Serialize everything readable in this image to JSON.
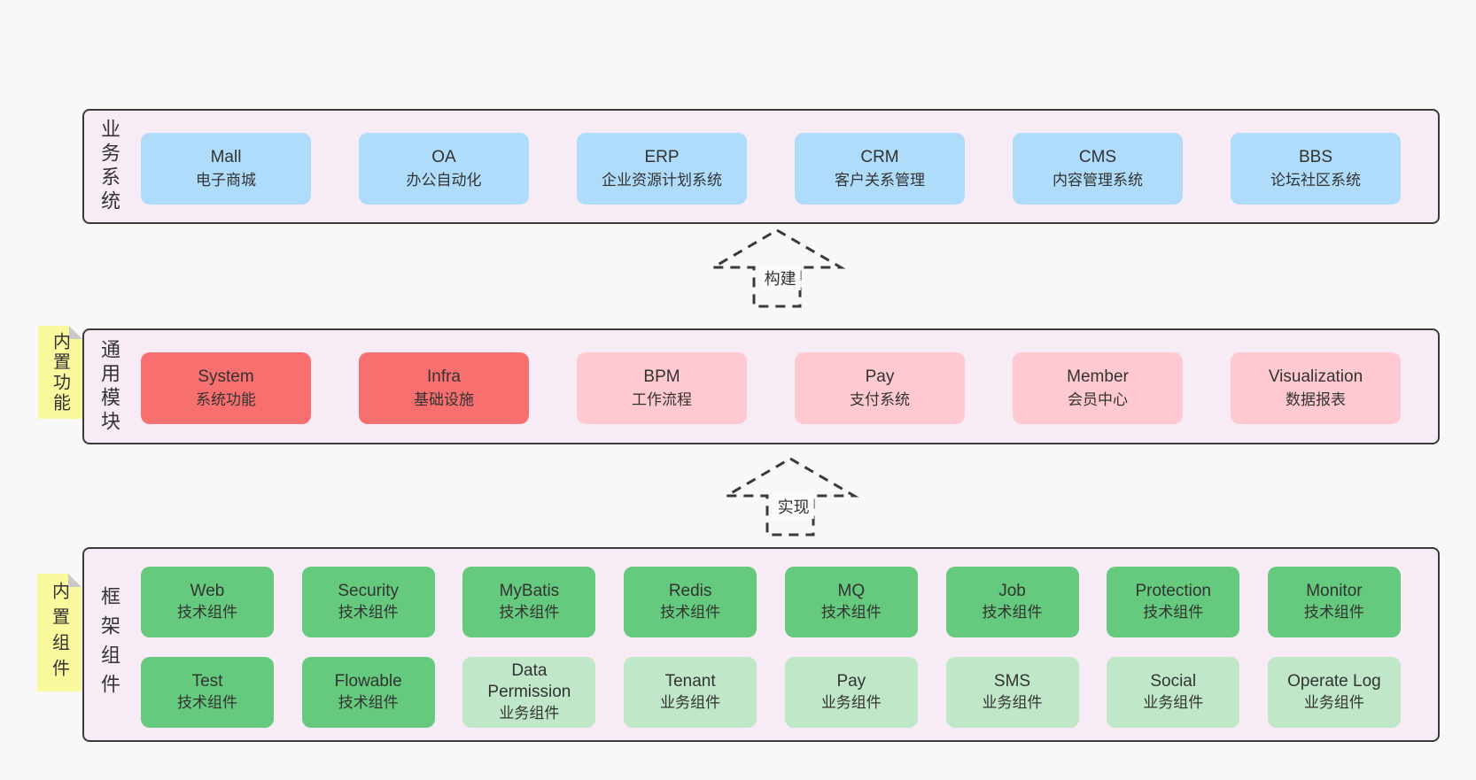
{
  "colors": {
    "page-bg": "#f8f8f8",
    "section-bg": "#f7ecf5",
    "section-border": "#3a3a3a",
    "box-blue": "#aedcfa",
    "box-red": "#f76f6f",
    "box-pink": "#ffc9d1",
    "box-green": "#65c97e",
    "box-light-green": "#c0e7c7",
    "note-yellow": "#fbf99e",
    "note-fold": "#c9c9c9",
    "arrow": "#3a3a3a",
    "text": "#333333"
  },
  "sections": {
    "business": {
      "side_label": "业务系统",
      "boxes": [
        {
          "name": "Mall",
          "desc": "电子商城"
        },
        {
          "name": "OA",
          "desc": "办公自动化"
        },
        {
          "name": "ERP",
          "desc": "企业资源计划系统"
        },
        {
          "name": "CRM",
          "desc": "客户关系管理"
        },
        {
          "name": "CMS",
          "desc": "内容管理系统"
        },
        {
          "name": "BBS",
          "desc": "论坛社区系统"
        }
      ]
    },
    "modules": {
      "side_label": "通用模块",
      "note": "内置功能",
      "boxes": [
        {
          "name": "System",
          "desc": "系统功能"
        },
        {
          "name": "Infra",
          "desc": "基础设施"
        },
        {
          "name": "BPM",
          "desc": "工作流程"
        },
        {
          "name": "Pay",
          "desc": "支付系统"
        },
        {
          "name": "Member",
          "desc": "会员中心"
        },
        {
          "name": "Visualization",
          "desc": "数据报表"
        }
      ]
    },
    "components": {
      "side_label": "框架组件",
      "note": "内置组件",
      "row1": [
        {
          "name": "Web",
          "desc": "技术组件"
        },
        {
          "name": "Security",
          "desc": "技术组件"
        },
        {
          "name": "MyBatis",
          "desc": "技术组件"
        },
        {
          "name": "Redis",
          "desc": "技术组件"
        },
        {
          "name": "MQ",
          "desc": "技术组件"
        },
        {
          "name": "Job",
          "desc": "技术组件"
        },
        {
          "name": "Protection",
          "desc": "技术组件"
        },
        {
          "name": "Monitor",
          "desc": "技术组件"
        }
      ],
      "row2": [
        {
          "name": "Test",
          "desc": "技术组件"
        },
        {
          "name": "Flowable",
          "desc": "技术组件"
        },
        {
          "name": "Data Permission",
          "desc": "业务组件"
        },
        {
          "name": "Tenant",
          "desc": "业务组件"
        },
        {
          "name": "Pay",
          "desc": "业务组件"
        },
        {
          "name": "SMS",
          "desc": "业务组件"
        },
        {
          "name": "Social",
          "desc": "业务组件"
        },
        {
          "name": "Operate Log",
          "desc": "业务组件"
        }
      ]
    }
  },
  "arrows": [
    {
      "label": "构建"
    },
    {
      "label": "实现"
    }
  ]
}
